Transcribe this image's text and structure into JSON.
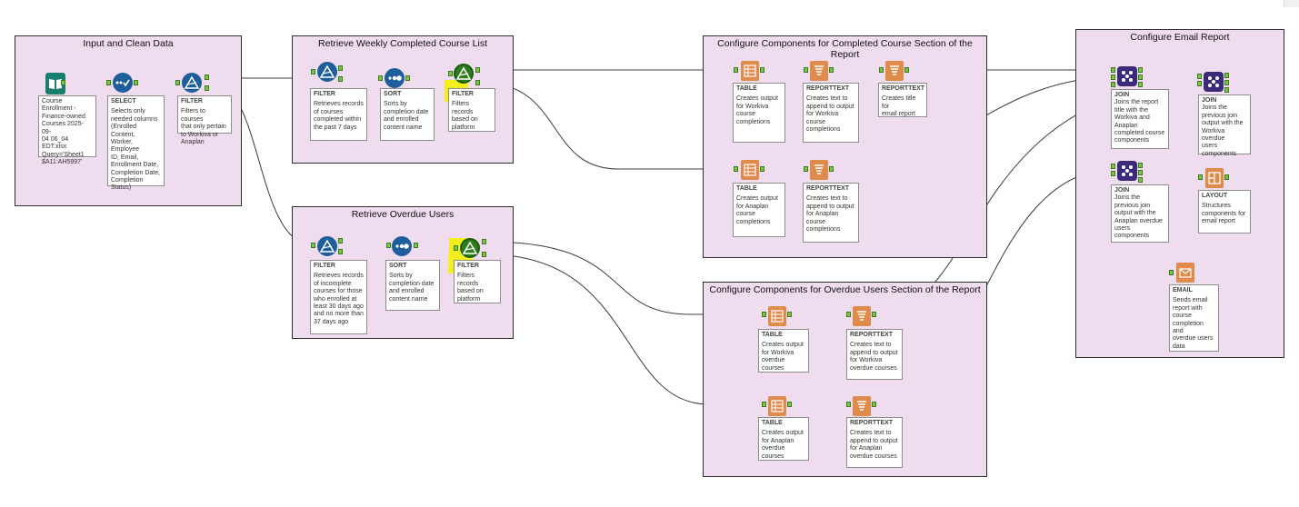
{
  "containers": [
    {
      "key": "input",
      "title": "Input and Clean Data"
    },
    {
      "key": "weekly",
      "title": "Retrieve Weekly Completed Course List"
    },
    {
      "key": "overdue",
      "title": "Retrieve Overdue Users"
    },
    {
      "key": "completed",
      "title": "Configure Components for Completed Course Section of the Report"
    },
    {
      "key": "overdue_section",
      "title": "Configure Components for Overdue Users Section of the Report"
    },
    {
      "key": "email",
      "title": "Configure Email Report"
    }
  ],
  "tools": {
    "input": {
      "type": "",
      "desc": "Course\nEnrollment -\nFinance-owned\nCourses 2025-09-\n04 06_04 EDT.xlsx\nQuery='Sheet1\n$A11:AH5997'"
    },
    "select": {
      "type": "SELECT",
      "desc": "Selects only\nneeded columns\n(Enrolled Content,\nWorker, Employee\nID, Email,\nEnrollment Date,\nCompletion Date,\nCompletion\nStatus)"
    },
    "filter1": {
      "type": "FILTER",
      "desc": "Filters to courses\nthat only pertain\nto Workiva or\nAnaplan"
    },
    "filter_w": {
      "type": "FILTER",
      "desc": "Retrieves records\nof courses\ncompleted within\nthe past 7 days"
    },
    "sort_w": {
      "type": "SORT",
      "desc": "Sorts by\ncompletion date\nand enrolled\ncontent name"
    },
    "filter_w2": {
      "type": "FILTER",
      "desc": "Filters records\nbased on\nplatform"
    },
    "filter_o": {
      "type": "FILTER",
      "desc": "Retrieves records\nof incomplete\ncourses for those\nwho enrolled at\nleast 30 days ago\nand no more than\n37 days ago"
    },
    "sort_o": {
      "type": "SORT",
      "desc": "Sorts by\ncompletion date\nand enrolled\ncontent name"
    },
    "filter_o2": {
      "type": "FILTER",
      "desc": "Filters records\nbased on\nplatform"
    },
    "table_cw": {
      "type": "TABLE",
      "desc": "Creates output\nfor Workiva\ncourse\ncompletions"
    },
    "rt_cw": {
      "type": "REPORTTEXT",
      "desc": "Creates text to\nappend to output\nfor Workiva\ncourse\ncompletions"
    },
    "rt_title": {
      "type": "REPORTTEXT",
      "desc": "Creates title for\nemail report"
    },
    "table_ca": {
      "type": "TABLE",
      "desc": "Creates output\nfor Anaplan\ncourse\ncompletions"
    },
    "rt_ca": {
      "type": "REPORTTEXT",
      "desc": "Creates text to\nappend to output\nfor Anaplan\ncourse\ncompletions"
    },
    "table_ow": {
      "type": "TABLE",
      "desc": "Creates output\nfor Workiva\noverdue courses"
    },
    "rt_ow": {
      "type": "REPORTTEXT",
      "desc": "Creates text to\nappend to output\nfor Workiva\noverdue courses"
    },
    "table_oa": {
      "type": "TABLE",
      "desc": "Creates output\nfor Anaplan\noverdue courses"
    },
    "rt_oa": {
      "type": "REPORTTEXT",
      "desc": "Creates text to\nappend to output\nfor Anaplan\noverdue courses"
    },
    "join1": {
      "type": "JOIN",
      "desc": "Joins the report\ntitle with the\nWorkiva and\nAnaplan\ncompleted course\ncomponents"
    },
    "join2": {
      "type": "JOIN",
      "desc": "Joins the\nprevious join\noutput with the\nWorkiva overdue\nusers\ncomponents"
    },
    "join3": {
      "type": "JOIN",
      "desc": "Joins the\nprevious join\noutput with the\nAnaplan overdue\nusers\ncomponents"
    },
    "layout": {
      "type": "LAYOUT",
      "desc": "Structures\ncomponents for\nemail report"
    },
    "email": {
      "type": "EMAIL",
      "desc": "Sends email\nreport with\ncourse\ncompletion and\noverdue users\ndata"
    }
  },
  "colors": {
    "container_fill": "#efdcef",
    "container_border": "#2e2e2e",
    "filter_blue": "#1f5e9c",
    "filter_green": "#2e7d1a",
    "highlight": "#f5ee1d",
    "report_orange": "#df8b4c",
    "join_purple": "#3a2a7a",
    "input_teal": "#1a7e6f",
    "anchor_green": "#7bc44a"
  }
}
